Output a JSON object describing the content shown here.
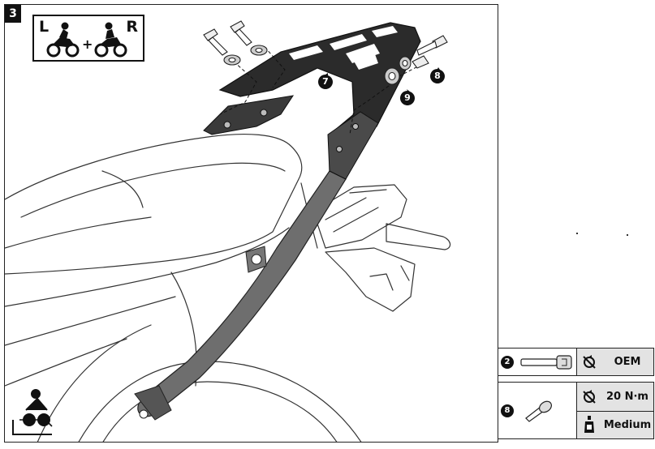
{
  "step": {
    "number": "3"
  },
  "orientation": {
    "left_label": "L",
    "plus": "+",
    "right_label": "R"
  },
  "callouts": [
    {
      "id": "7",
      "label": "7"
    },
    {
      "id": "8",
      "label": "8"
    },
    {
      "id": "9",
      "label": "9"
    }
  ],
  "legend": [
    {
      "part_number": "2",
      "icon": "long-bolt-icon",
      "specs": [
        {
          "icon": "torque-crossed-icon",
          "text": "OEM"
        }
      ]
    },
    {
      "part_number": "8",
      "icon": "short-bolt-icon",
      "specs": [
        {
          "icon": "torque-icon",
          "text": "20 N·m"
        },
        {
          "icon": "threadlocker-icon",
          "text": "Medium"
        }
      ]
    }
  ],
  "colors": {
    "rack": "#2b2b2b",
    "frame_line": "#333333",
    "spec_background": "#e3e3e3",
    "badge": "#111111"
  }
}
